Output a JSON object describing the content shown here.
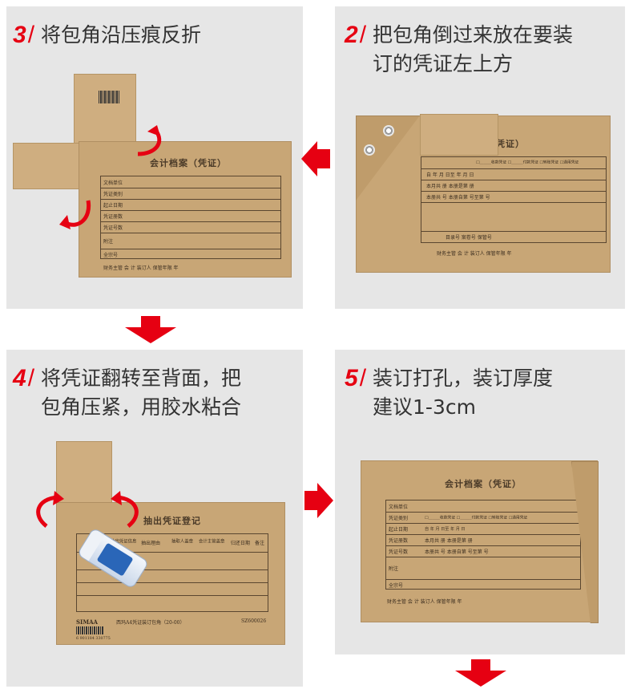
{
  "steps": {
    "s3": {
      "num": "3",
      "slash": "/",
      "text": "将包角沿压痕反折"
    },
    "s2": {
      "num": "2",
      "slash": "/",
      "text": "把包角倒过来放在要装\n订的凭证左上方"
    },
    "s4": {
      "num": "4",
      "slash": "/",
      "text": "将凭证翻转至背面，把\n包角压紧，用胶水粘合"
    },
    "s5": {
      "num": "5",
      "slash": "/",
      "text": "装订打孔，装订厚度\n建议1-3cm"
    }
  },
  "envelope": {
    "title": "会计档案（凭证）",
    "title_partial": "凭证）",
    "rows": [
      {
        "label": "文档单位",
        "content": ""
      },
      {
        "label": "凭证类别",
        "content": "□______收款凭证  □______付款凭证  □转账凭证  □通用凭证"
      },
      {
        "label": "起止日期",
        "content": "自      年      月      日至      年      月      日"
      },
      {
        "label": "凭证册数",
        "content": "本月共      册      本册是第      册"
      },
      {
        "label": "凭证号数",
        "content": "本册共      号      本册自第      号至第      号"
      },
      {
        "label": "附注",
        "content": ""
      },
      {
        "label": "全宗号",
        "content": "目录号                    案卷号                    保管号"
      }
    ],
    "footer": "财务主管        会  计        装订人        保管年限        年"
  },
  "register": {
    "title": "抽出凭证登记",
    "headers": [
      "抽出凭证信息",
      "抽出理由",
      "抽取人盖章",
      "会计主管盖章",
      "归还日期",
      "备注"
    ],
    "brand": "SIMAA",
    "product_name": "西玛A4凭证装订包角（20-00）",
    "code": "SZ600026",
    "barcode_text": "6 901184 330775"
  },
  "colors": {
    "accent": "#e60012",
    "panel": "#e6e6e6",
    "kraft": "#c8a676"
  },
  "icons": {
    "flow_arrow": "red-arrow-icon",
    "fold_arrow": "curved-red-arrow-icon",
    "glue": "glue-stick-icon"
  }
}
